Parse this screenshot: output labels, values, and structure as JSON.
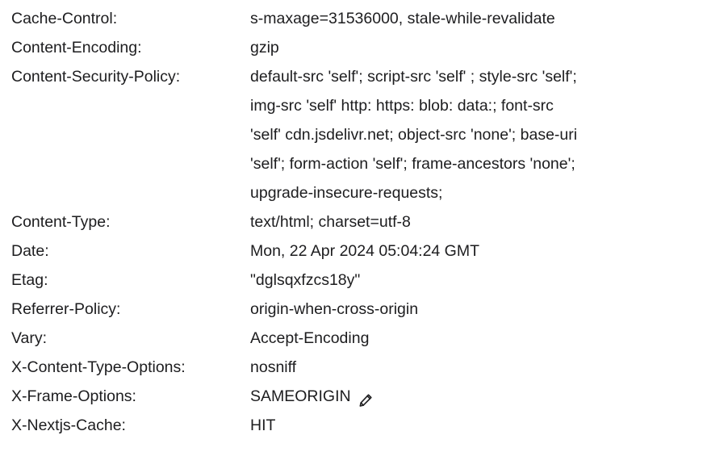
{
  "headers": [
    {
      "name": "Cache-Control:",
      "value_lines": [
        "s-maxage=31536000, stale-while-revalidate"
      ]
    },
    {
      "name": "Content-Encoding:",
      "value_lines": [
        "gzip"
      ]
    },
    {
      "name": "Content-Security-Policy:",
      "value_lines": [
        "default-src 'self'; script-src 'self' ; style-src 'self';",
        "img-src 'self' http: https: blob: data:; font-src",
        "'self' cdn.jsdelivr.net; object-src 'none'; base-uri",
        "'self'; form-action 'self'; frame-ancestors 'none';",
        "upgrade-insecure-requests;"
      ]
    },
    {
      "name": "Content-Type:",
      "value_lines": [
        "text/html; charset=utf-8"
      ]
    },
    {
      "name": "Date:",
      "value_lines": [
        "Mon, 22 Apr 2024 05:04:24 GMT"
      ]
    },
    {
      "name": "Etag:",
      "value_lines": [
        "\"dglsqxfzcs18y\""
      ]
    },
    {
      "name": "Referrer-Policy:",
      "value_lines": [
        "origin-when-cross-origin"
      ]
    },
    {
      "name": "Vary:",
      "value_lines": [
        "Accept-Encoding"
      ]
    },
    {
      "name": "X-Content-Type-Options:",
      "value_lines": [
        "nosniff"
      ]
    },
    {
      "name": "X-Frame-Options:",
      "value_lines": [
        "SAMEORIGIN"
      ],
      "icon": "pencil-icon"
    },
    {
      "name": "X-Nextjs-Cache:",
      "value_lines": [
        "HIT"
      ]
    }
  ]
}
